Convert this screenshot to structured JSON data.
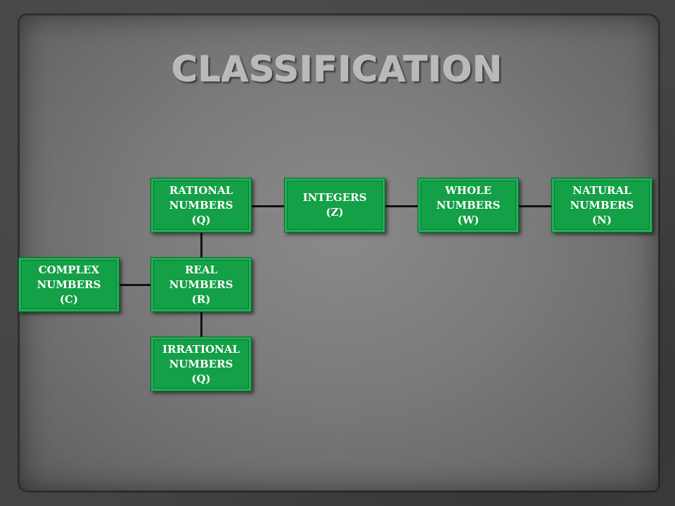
{
  "title": "CLASSIFICATION",
  "nodes": {
    "rational": "RATIONAL\nNUMBERS\n(Q)",
    "integers": "INTEGERS\n(Z)",
    "whole": "WHOLE\nNUMBERS\n(W)",
    "natural": "NATURAL\nNUMBERS\n(N)",
    "complex": "COMPLEX\nNUMBERS\n(C)",
    "real": "REAL\nNUMBERS\n(R)",
    "irrational": "IRRATIONAL\nNUMBERS\n(Q)"
  },
  "colors": {
    "node_fill": "#14a046",
    "connector": "#111111",
    "title": "#b9b9b9"
  }
}
